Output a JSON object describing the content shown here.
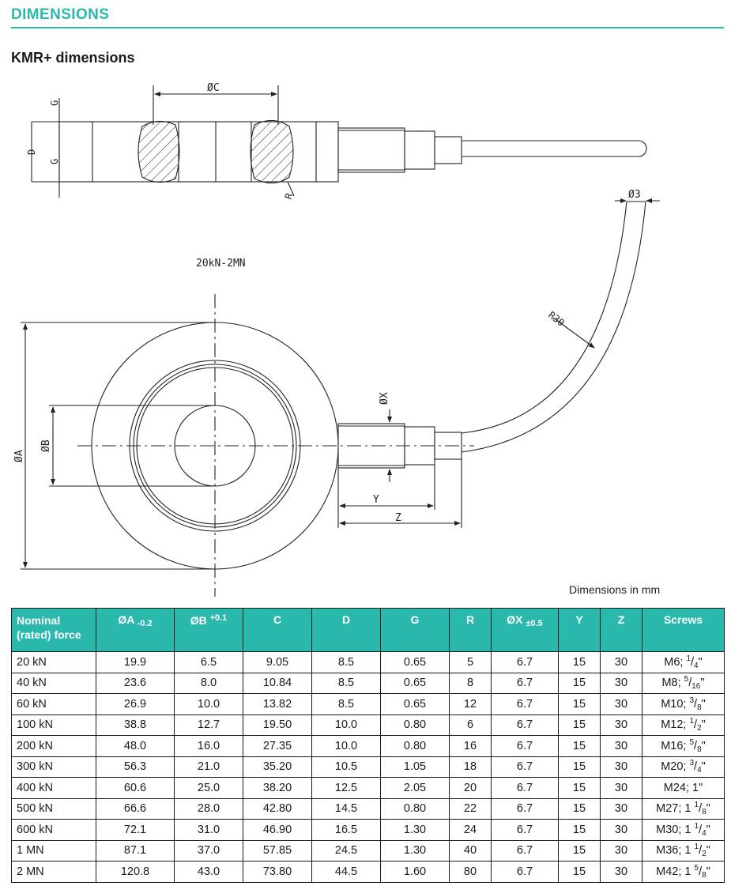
{
  "section": {
    "title": "DIMENSIONS"
  },
  "subheading": "KMR+ dimensions",
  "drawing": {
    "range_label": "20kN-2MN",
    "labels": {
      "C": "ØC",
      "D": "D",
      "G": "G",
      "R": "R",
      "d3": "Ø3",
      "R30": "R30",
      "X": "ØX",
      "B": "ØB",
      "A": "ØA",
      "Y": "Y",
      "Z": "Z"
    }
  },
  "units_note": "Dimensions in mm",
  "table": {
    "headers": [
      {
        "main": "Nominal",
        "line2": "(rated) force"
      },
      {
        "main": "ØA",
        "sub": "-0.2"
      },
      {
        "main": "ØB",
        "sup": "+0.1"
      },
      {
        "main": "C"
      },
      {
        "main": "D"
      },
      {
        "main": "G"
      },
      {
        "main": "R"
      },
      {
        "main": "ØX",
        "sub": "±0.5"
      },
      {
        "main": "Y"
      },
      {
        "main": "Z"
      },
      {
        "main": "Screws"
      }
    ],
    "rows": [
      {
        "force": "20 kN",
        "A": "19.9",
        "B": "6.5",
        "C": "9.05",
        "D": "8.5",
        "G": "0.65",
        "R": "5",
        "X": "6.7",
        "Y": "15",
        "Z": "30",
        "screw": {
          "base": "M6; ",
          "whole": "",
          "num": "1",
          "den": "4",
          "suffix": "\""
        }
      },
      {
        "force": "40 kN",
        "A": "23.6",
        "B": "8.0",
        "C": "10.84",
        "D": "8.5",
        "G": "0.65",
        "R": "8",
        "X": "6.7",
        "Y": "15",
        "Z": "30",
        "screw": {
          "base": "M8; ",
          "whole": "",
          "num": "5",
          "den": "16",
          "suffix": "\""
        }
      },
      {
        "force": "60 kN",
        "A": "26.9",
        "B": "10.0",
        "C": "13.82",
        "D": "8.5",
        "G": "0.65",
        "R": "12",
        "X": "6.7",
        "Y": "15",
        "Z": "30",
        "screw": {
          "base": "M10; ",
          "whole": "",
          "num": "3",
          "den": "8",
          "suffix": "\""
        }
      },
      {
        "force": "100 kN",
        "A": "38.8",
        "B": "12.7",
        "C": "19.50",
        "D": "10.0",
        "G": "0.80",
        "R": "6",
        "X": "6.7",
        "Y": "15",
        "Z": "30",
        "screw": {
          "base": "M12; ",
          "whole": "",
          "num": "1",
          "den": "2",
          "suffix": "\""
        }
      },
      {
        "force": "200 kN",
        "A": "48.0",
        "B": "16.0",
        "C": "27.35",
        "D": "10.0",
        "G": "0.80",
        "R": "16",
        "X": "6.7",
        "Y": "15",
        "Z": "30",
        "screw": {
          "base": "M16; ",
          "whole": "",
          "num": "5",
          "den": "8",
          "suffix": "\""
        }
      },
      {
        "force": "300 kN",
        "A": "56.3",
        "B": "21.0",
        "C": "35.20",
        "D": "10.5",
        "G": "1.05",
        "R": "18",
        "X": "6.7",
        "Y": "15",
        "Z": "30",
        "screw": {
          "base": "M20; ",
          "whole": "",
          "num": "3",
          "den": "4",
          "suffix": "\""
        }
      },
      {
        "force": "400 kN",
        "A": "60.6",
        "B": "25.0",
        "C": "38.20",
        "D": "12.5",
        "G": "2.05",
        "R": "20",
        "X": "6.7",
        "Y": "15",
        "Z": "30",
        "screw": {
          "base": "M24; 1\"",
          "whole": "",
          "num": "",
          "den": "",
          "suffix": ""
        }
      },
      {
        "force": "500 kN",
        "A": "66.6",
        "B": "28.0",
        "C": "42.80",
        "D": "14.5",
        "G": "0.80",
        "R": "22",
        "X": "6.7",
        "Y": "15",
        "Z": "30",
        "screw": {
          "base": "M27; ",
          "whole": "1 ",
          "num": "1",
          "den": "8",
          "suffix": "\""
        }
      },
      {
        "force": "600 kN",
        "A": "72.1",
        "B": "31.0",
        "C": "46.90",
        "D": "16.5",
        "G": "1.30",
        "R": "24",
        "X": "6.7",
        "Y": "15",
        "Z": "30",
        "screw": {
          "base": "M30; ",
          "whole": "1 ",
          "num": "1",
          "den": "4",
          "suffix": "\""
        }
      },
      {
        "force": "1 MN",
        "A": "87.1",
        "B": "37.0",
        "C": "57.85",
        "D": "24.5",
        "G": "1.30",
        "R": "40",
        "X": "6.7",
        "Y": "15",
        "Z": "30",
        "screw": {
          "base": "M36; ",
          "whole": "1 ",
          "num": "1",
          "den": "2",
          "suffix": "\""
        }
      },
      {
        "force": "2 MN",
        "A": "120.8",
        "B": "43.0",
        "C": "73.80",
        "D": "44.5",
        "G": "1.60",
        "R": "80",
        "X": "6.7",
        "Y": "15",
        "Z": "30",
        "screw": {
          "base": "M42; ",
          "whole": "1 ",
          "num": "5",
          "den": "8",
          "suffix": "\""
        }
      }
    ]
  }
}
